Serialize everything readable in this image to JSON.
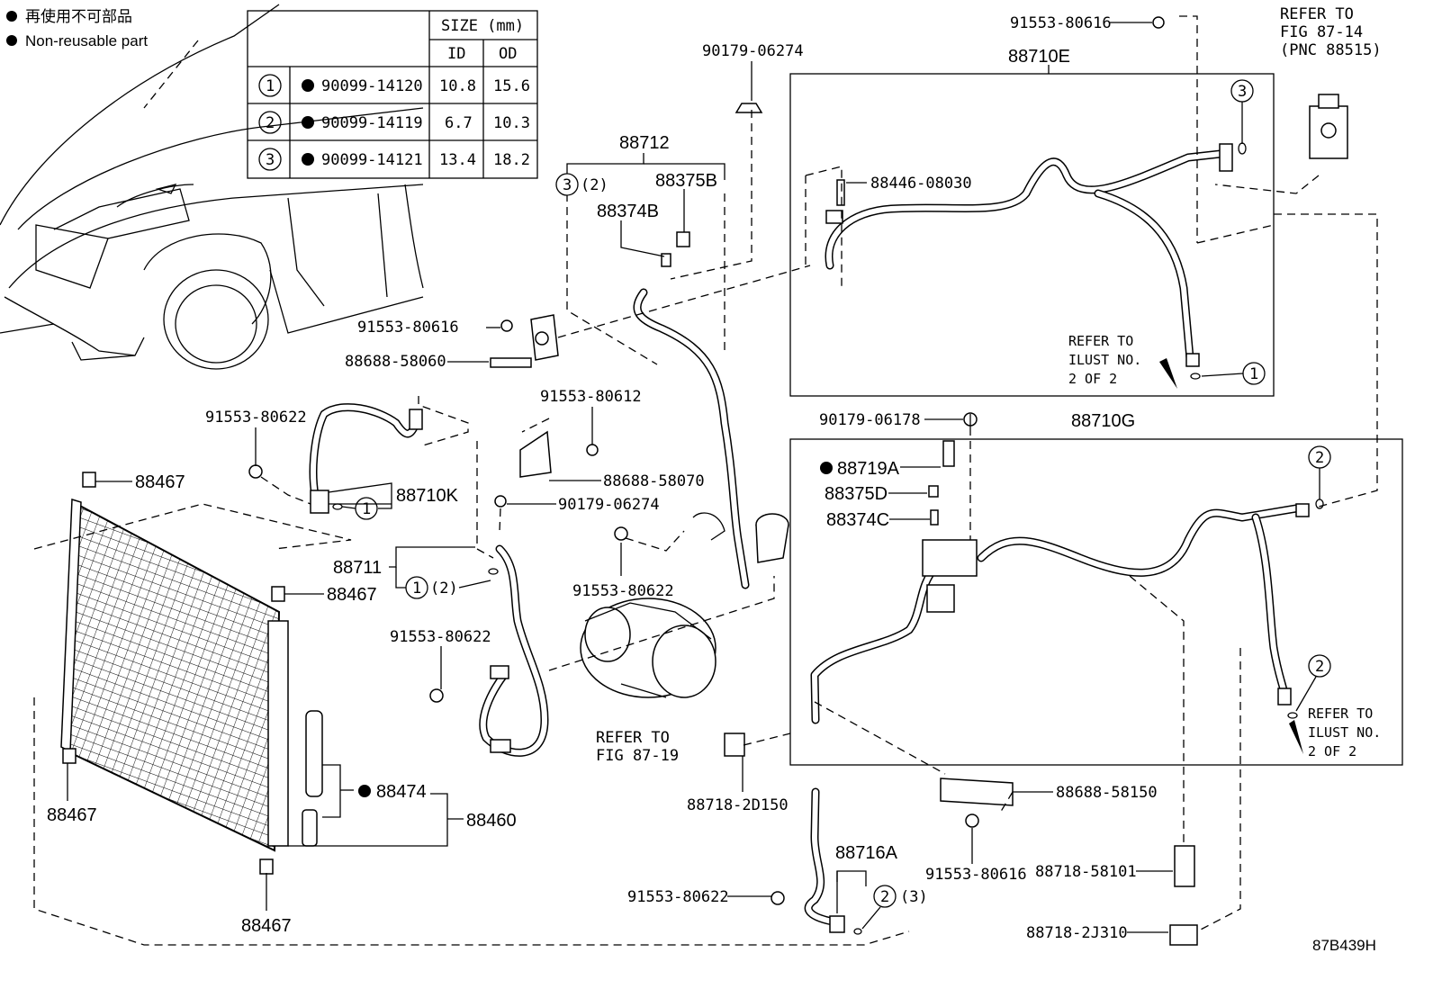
{
  "legend": {
    "jp": "再使用不可部品",
    "en": "Non-reusable part"
  },
  "size_table": {
    "header": "SIZE (mm)",
    "col_id": "ID",
    "col_od": "OD",
    "rows": [
      {
        "no": "1",
        "part": "90099-14120",
        "id": "10.8",
        "od": "15.6"
      },
      {
        "no": "2",
        "part": "90099-14119",
        "id": "6.7",
        "od": "10.3"
      },
      {
        "no": "3",
        "part": "90099-14121",
        "id": "13.4",
        "od": "18.2"
      }
    ]
  },
  "labels": {
    "p91553_80616_top": "91553-80616",
    "p90179_06274_top": "90179-06274",
    "p88710E": "88710E",
    "refer_top_1": "REFER TO",
    "refer_top_2": "FIG 87-14",
    "refer_top_3": "(PNC 88515)",
    "p88712": "88712",
    "p88375B": "88375B",
    "p88374B": "88374B",
    "c3_suffix": "(2)",
    "p88446_08030": "88446-08030",
    "p91553_80616_mid": "91553-80616",
    "p88688_58060": "88688-58060",
    "refer_ilust_e_1": "REFER TO",
    "refer_ilust_e_2": "ILUST NO.",
    "refer_ilust_e_3": "2 OF 2",
    "p91553_80622_a": "91553-80622",
    "p91553_80612": "91553-80612",
    "p88688_58070": "88688-58070",
    "p90179_06274_mid": "90179-06274",
    "p90179_06178": "90179-06178",
    "p88710G": "88710G",
    "p88467_a": "88467",
    "p88710K": "88710K",
    "p88719A": "88719A",
    "p88375D": "88375D",
    "p88374C": "88374C",
    "p88711": "88711",
    "c1_suffix": "(2)",
    "p88467_b": "88467",
    "p91553_80622_b": "91553-80622",
    "p91553_80622_c": "91553-80622",
    "refer_fig_1": "REFER TO",
    "refer_fig_2": "FIG 87-19",
    "refer_ilust_g_1": "REFER TO",
    "refer_ilust_g_2": "ILUST NO.",
    "refer_ilust_g_3": "2 OF 2",
    "p88718_2D150": "88718-2D150",
    "p88688_58150": "88688-58150",
    "p88467_c": "88467",
    "p88474": "88474",
    "p88460": "88460",
    "p88716A": "88716A",
    "c2_suffix": "(3)",
    "p91553_80622_d": "91553-80622",
    "p91553_80616_low": "91553-80616",
    "p88718_58101": "88718-58101",
    "p88718_2J310": "88718-2J310",
    "p88467_d": "88467",
    "figure_code": "87B439H"
  },
  "callouts": {
    "one": "1",
    "two": "2",
    "three": "3"
  }
}
